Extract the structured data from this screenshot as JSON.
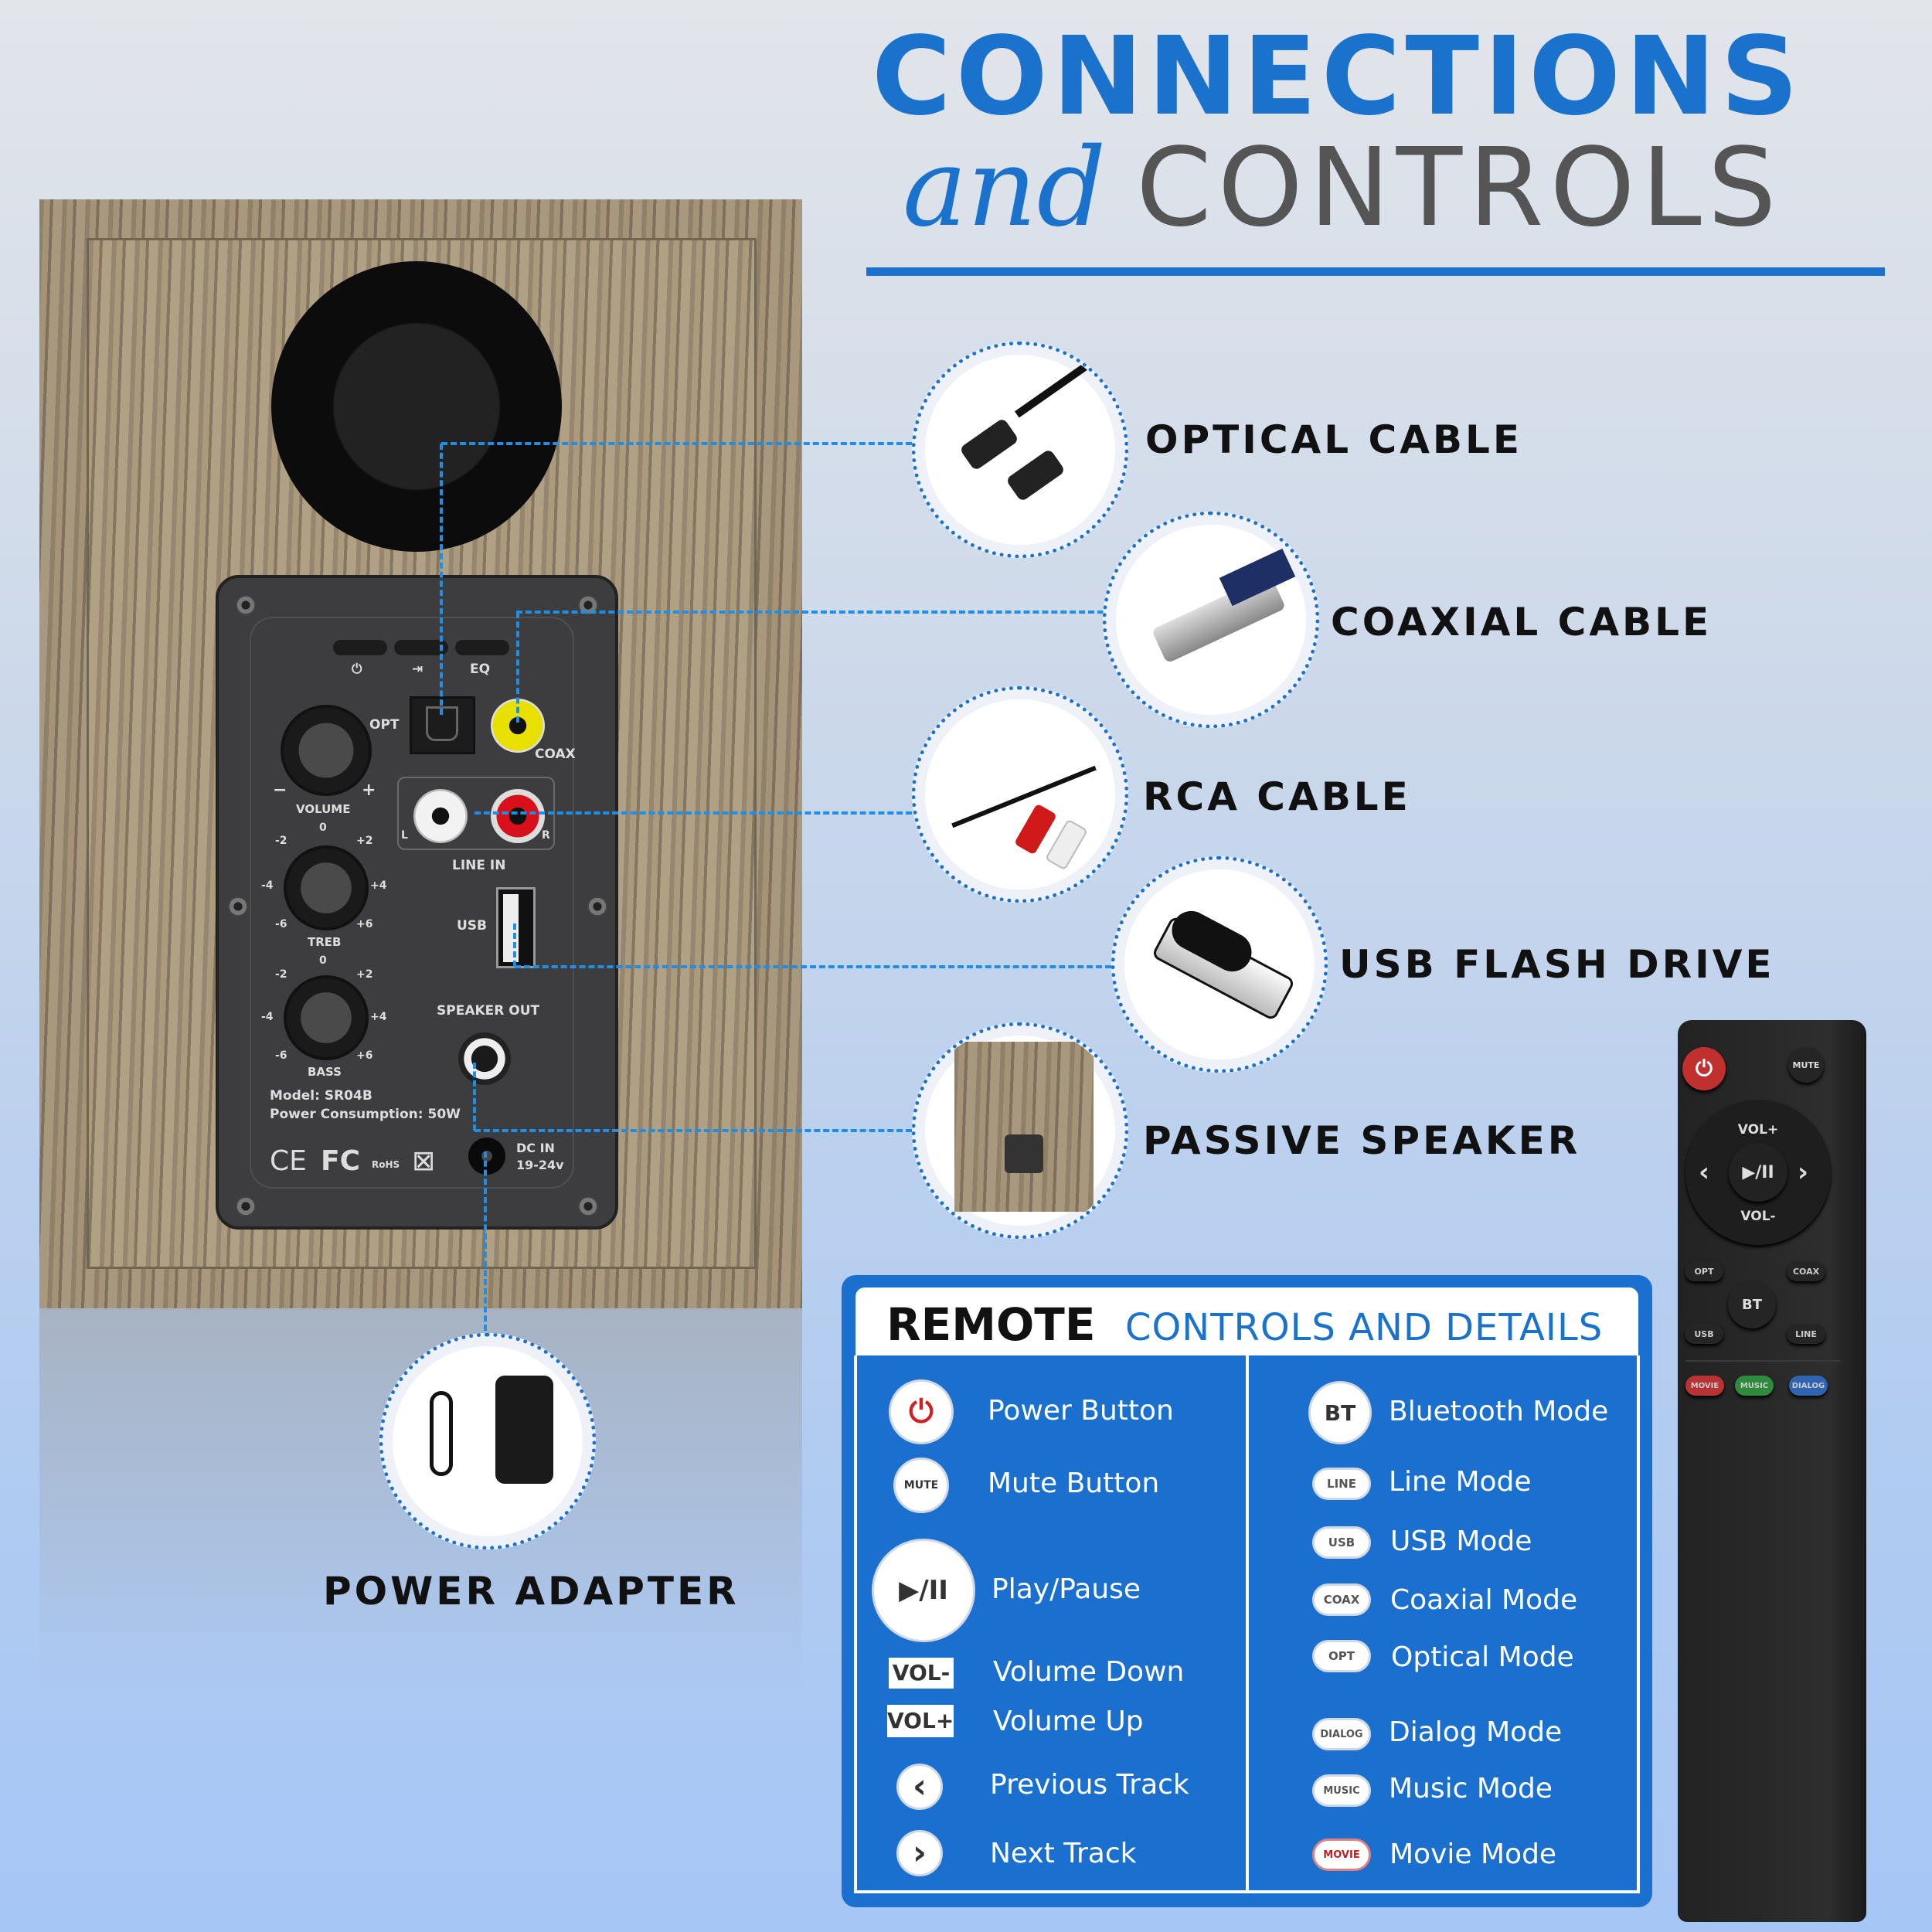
{
  "title": {
    "line1": "CONNECTIONS",
    "script": "and",
    "line2": "CONTROLS"
  },
  "connections": [
    {
      "label": "OPTICAL CABLE",
      "icon": "optical-cable-icon"
    },
    {
      "label": "COAXIAL CABLE",
      "icon": "coaxial-cable-icon"
    },
    {
      "label": "RCA CABLE",
      "icon": "rca-cable-icon"
    },
    {
      "label": "USB FLASH DRIVE",
      "icon": "usb-flash-drive-icon"
    },
    {
      "label": "PASSIVE SPEAKER",
      "icon": "passive-speaker-icon"
    },
    {
      "label": "POWER ADAPTER",
      "icon": "power-adapter-icon"
    }
  ],
  "panel": {
    "buttons": [
      "⏻",
      "⇥",
      "EQ"
    ],
    "opt": "OPT",
    "coax": "COAX",
    "line_in": "LINE IN",
    "l": "L",
    "r": "R",
    "usb": "USB",
    "speaker_out": "SPEAKER OUT",
    "dc_in": "DC IN",
    "dc_voltage": "19-24v",
    "volume": "VOLUME",
    "minus": "−",
    "plus": "+",
    "treb": "TREB",
    "bass": "BASS",
    "scale": {
      "zero": "0",
      "m2": "-2",
      "p2": "+2",
      "m4": "-4",
      "p4": "+4",
      "m6": "-6",
      "p6": "+6"
    },
    "model": "Model: SR04B",
    "power": "Power Consumption: 50W",
    "certs": [
      "CE",
      "FC",
      "RoHS",
      "⊠"
    ]
  },
  "remote_box": {
    "title_bold": "REMOTE",
    "title_rest": "CONTROLS AND DETAILS",
    "left": [
      {
        "icon": "⏻",
        "label": "Power Button"
      },
      {
        "icon": "MUTE",
        "label": "Mute Button"
      },
      {
        "icon": "▶/II",
        "label": "Play/Pause"
      },
      {
        "icon": "VOL-",
        "label": "Volume Down"
      },
      {
        "icon": "VOL+",
        "label": "Volume Up"
      },
      {
        "icon": "‹",
        "label": "Previous Track"
      },
      {
        "icon": "›",
        "label": "Next Track"
      }
    ],
    "right": [
      {
        "icon": "BT",
        "label": "Bluetooth Mode"
      },
      {
        "icon": "LINE",
        "label": "Line Mode"
      },
      {
        "icon": "USB",
        "label": "USB Mode"
      },
      {
        "icon": "COAX",
        "label": "Coaxial Mode"
      },
      {
        "icon": "OPT",
        "label": "Optical Mode"
      },
      {
        "icon": "DIALOG",
        "label": "Dialog Mode"
      },
      {
        "icon": "MUSIC",
        "label": "Music Mode"
      },
      {
        "icon": "MOVIE",
        "label": "Movie Mode"
      }
    ]
  },
  "remote": {
    "power": "⏻",
    "mute": "MUTE",
    "vol_up": "VOL+",
    "vol_down": "VOL-",
    "prev": "‹",
    "next": "›",
    "play": "▶/II",
    "opt": "OPT",
    "coax": "COAX",
    "bt": "BT",
    "usb": "USB",
    "line": "LINE",
    "movie": "MOVIE",
    "music": "MUSIC",
    "dialog": "DIALOG"
  },
  "colors": {
    "accent": "#1a72cc",
    "dash": "#1e8fe6",
    "power_red": "#c62828",
    "movie": "#b83434",
    "music": "#2e8b3e",
    "dialog": "#2f64b0"
  }
}
